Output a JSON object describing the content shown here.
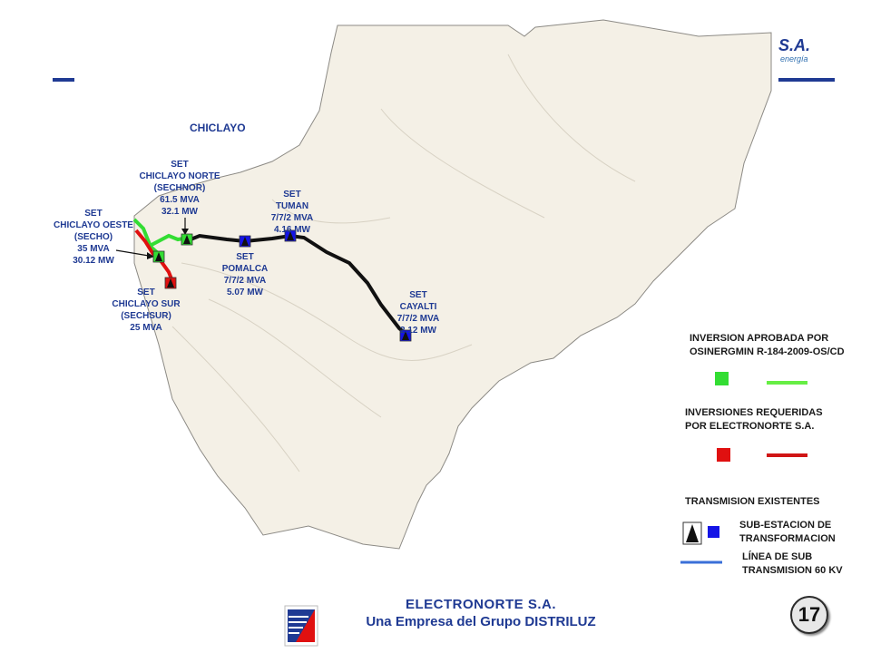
{
  "city_label": "CHICLAYO",
  "logo": {
    "text": "S.A.",
    "subtext": "energía"
  },
  "stations": [
    {
      "id": "sechnor",
      "lines": [
        "SET",
        "CHICLAYO NORTE",
        "(SECHNOR)",
        "61.5 MVA",
        "32.1 MW"
      ],
      "status": "approved"
    },
    {
      "id": "secho",
      "lines": [
        "SET",
        "CHICLAYO OESTE",
        "(SECHO)",
        "35 MVA",
        "30.12 MW"
      ],
      "status": "approved"
    },
    {
      "id": "sechsur",
      "lines": [
        "SET",
        "CHICLAYO SUR",
        "(SECHSUR)",
        "25 MVA"
      ],
      "status": "required"
    },
    {
      "id": "tuman",
      "lines": [
        "SET",
        "TUMAN",
        "7/7/2 MVA",
        "4.16 MW"
      ],
      "status": "existing"
    },
    {
      "id": "pomalca",
      "lines": [
        "SET",
        "POMALCA",
        "7/7/2 MVA",
        "5.07 MW"
      ],
      "status": "existing"
    },
    {
      "id": "cayalti",
      "lines": [
        "SET",
        "CAYALTI",
        "7/7/2 MVA",
        "2.12 MW"
      ],
      "status": "existing"
    }
  ],
  "legend": {
    "approved": [
      "INVERSION APROBADA POR",
      "OSINERGMIN R-184-2009-OS/CD"
    ],
    "required": [
      "INVERSIONES REQUERIDAS",
      "POR ELECTRONORTE S.A."
    ],
    "existing": "TRANSMISION EXISTENTES",
    "substation": [
      "SUB-ESTACION DE",
      "TRANSFORMACION"
    ],
    "line": [
      "LÍNEA DE SUB",
      "TRANSMISION  60 KV"
    ]
  },
  "colors": {
    "approved": "#33dd33",
    "required": "#e01010",
    "existing_substation": "#1414e6",
    "existing_line": "#111111",
    "legend_line": "#3a6fd8",
    "region_fill": "#f4f0e6",
    "accent": "#1f3a93"
  },
  "footer": {
    "company": "ELECTRONORTE S.A.",
    "tagline": "Una Empresa del Grupo DISTRILUZ"
  },
  "page_number": "17"
}
